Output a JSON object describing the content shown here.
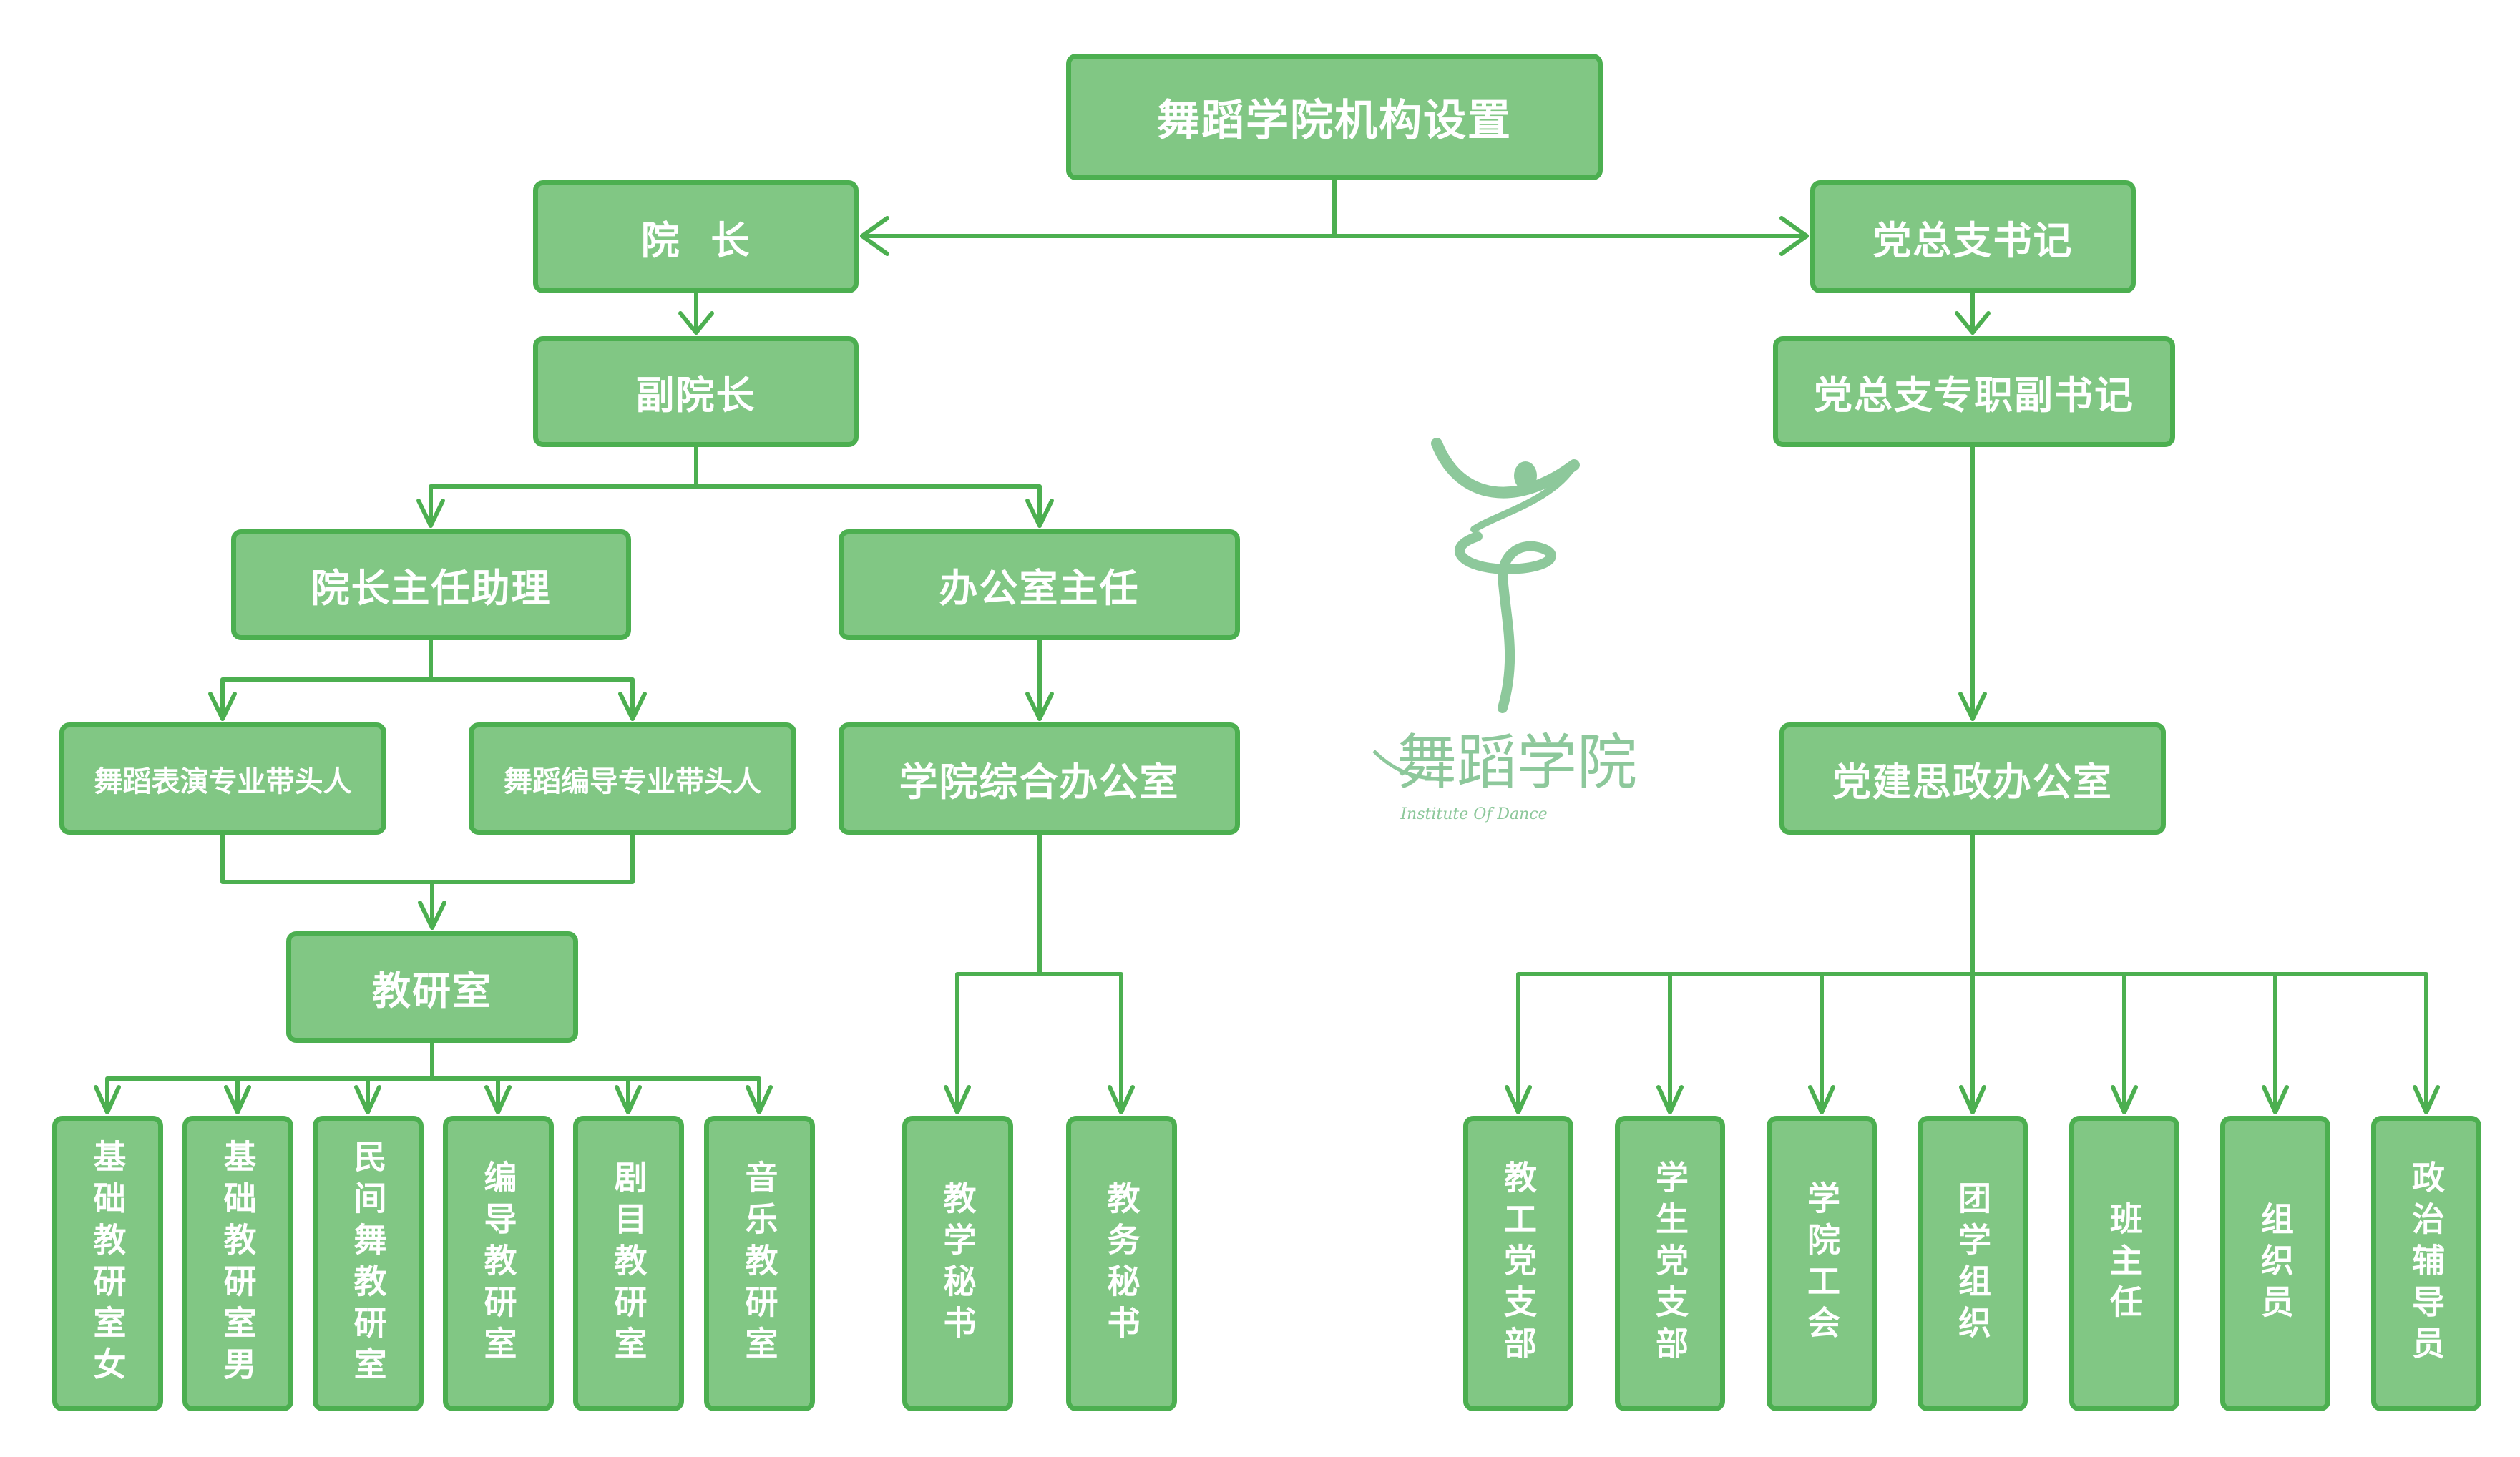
{
  "colors": {
    "fill": "#81c784",
    "border": "#4caf50",
    "text": "#ffffff",
    "logo": "#8dc89b"
  },
  "title": "舞蹈学院机构设置",
  "nodes": {
    "dean": "院  长",
    "party_secretary": "党总支书记",
    "vice_dean": "副院长",
    "deputy_party_secretary": "党总支专职副书记",
    "dean_assistant": "院长主任助理",
    "office_director": "办公室主任",
    "performance_lead": "舞蹈表演专业带头人",
    "choreography_lead": "舞蹈编导专业带头人",
    "general_office": "学院综合办公室",
    "party_office": "党建思政办公室",
    "teaching_research": "教研室"
  },
  "research_rooms": [
    "基础教研室女",
    "基础教研室男",
    "民间舞教研室",
    "编导教研室",
    "剧目教研室",
    "音乐教研室"
  ],
  "secretaries": [
    "教学秘书",
    "教务秘书"
  ],
  "party_units": [
    "教工党支部",
    "学生党支部",
    "学院工会",
    "团学组织",
    "班主任",
    "组织员",
    "政治辅导员"
  ],
  "logo": {
    "name_cn": "舞蹈学院",
    "name_en": "Institute Of Dance"
  }
}
